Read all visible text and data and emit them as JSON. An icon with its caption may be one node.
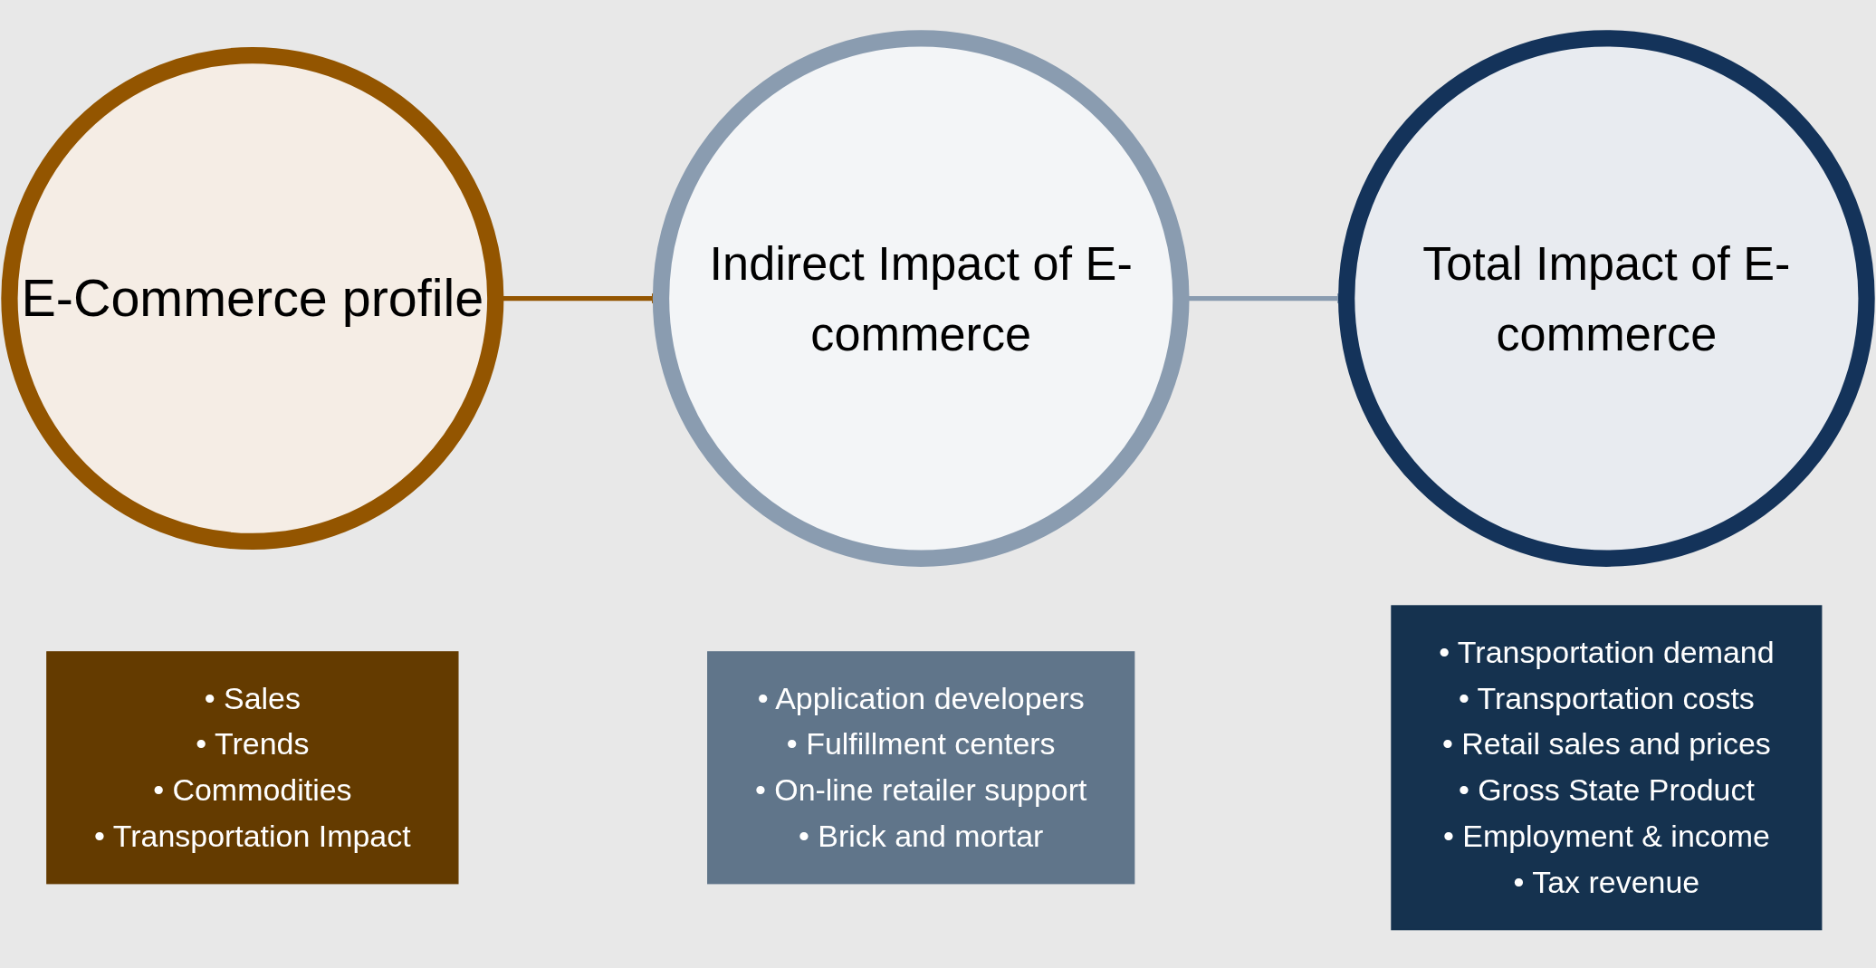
{
  "diagram": {
    "nodes": [
      {
        "text": [
          "E-Commerce profile"
        ]
      },
      {
        "text": [
          "Indirect Impact of E-commerce"
        ]
      },
      {
        "text": [
          "Total Impact of E-commerce"
        ]
      },
      {
        "text": [
          "• Sales",
          "• Trends",
          "• Commodities",
          "• Transportation Impact"
        ]
      },
      {
        "text": [
          "• Application developers",
          "• Fulfillment centers",
          "• On-line retailer support",
          "• Brick and mortar"
        ]
      },
      {
        "text": [
          "• Transportation demand",
          "• Transportation costs",
          "• Retail sales and prices",
          "• Gross State Product",
          "• Employment & income",
          "• Tax revenue"
        ]
      }
    ],
    "edges": [
      {
        "from": 0,
        "to": 1,
        "arrow": "to",
        "color": "#935500"
      },
      {
        "from": 1,
        "to": 2,
        "arrow": "to",
        "color": "#8a9cb0"
      }
    ]
  }
}
